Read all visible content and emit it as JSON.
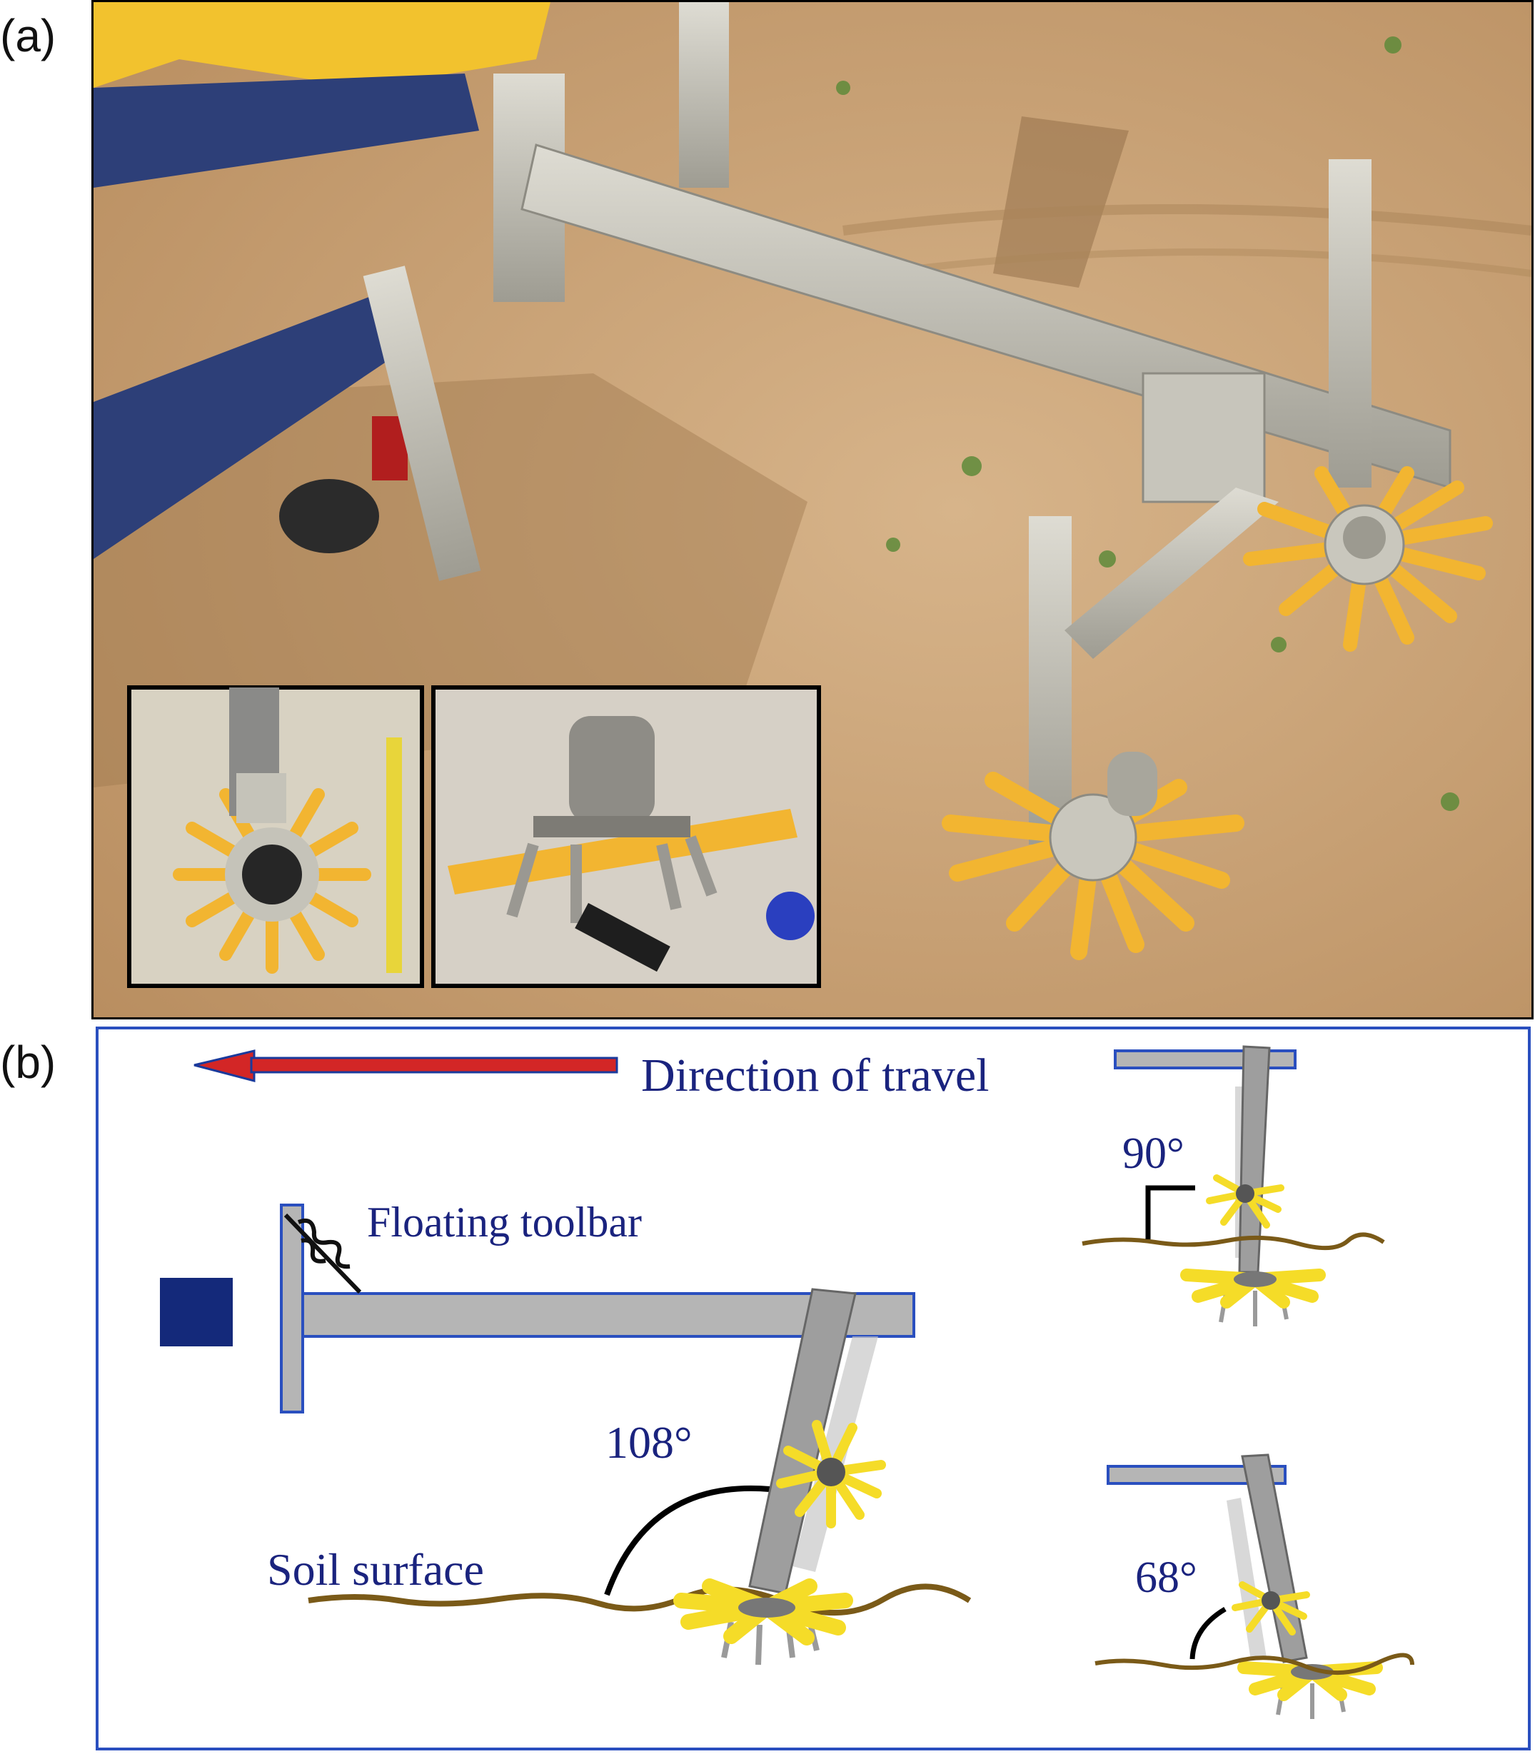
{
  "panel_a": {
    "label": "(a)"
  },
  "panel_b": {
    "label": "(b)",
    "direction_label": "Direction of travel",
    "toolbar_label": "Floating toolbar",
    "soil_label": "Soil surface",
    "angle_main": "108°",
    "angle_upright": "90°",
    "angle_back": "68°"
  },
  "colors": {
    "arrow_red": "#d32626",
    "arrow_outline": "#1a3a9c",
    "toolbar_gray": "#b5b5b5",
    "toolbar_outline": "#2a4fbf",
    "hitch_navy": "#14297a",
    "soil_brown": "#7a5a18",
    "text_navy": "#1a237e",
    "finger_yellow": "#f5dc28",
    "photo_soil": "#c9a277",
    "frame_steel": "#b8b6ad",
    "frame_blue": "#2d3f78",
    "finger_orange": "#f2b531"
  }
}
